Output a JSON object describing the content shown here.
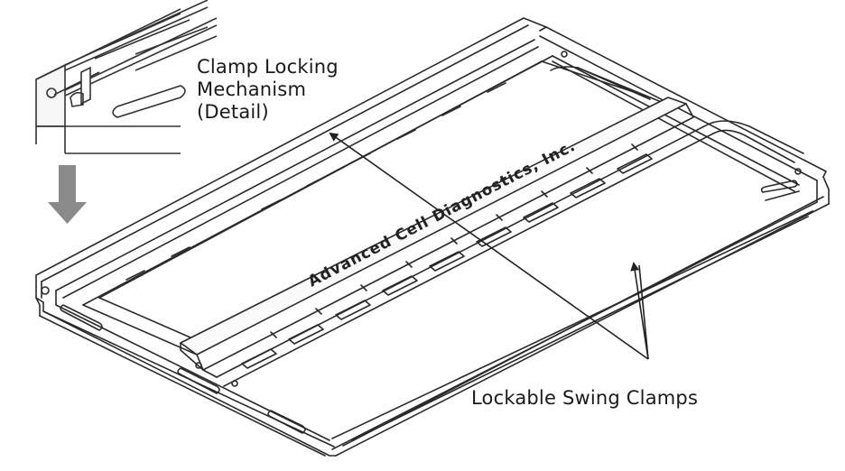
{
  "callouts": {
    "detail_line1": "Clamp Locking",
    "detail_line2": "Mechanism",
    "detail_line3": "(Detail)",
    "clamps": "Lockable Swing Clamps"
  },
  "engraving": "Advanced Cell Diagnostics, Inc.",
  "icons": {
    "down_arrow": "down-arrow-icon"
  },
  "colors": {
    "line": "#2a2a2a",
    "arrow_fill": "#8a8a8a",
    "background": "#ffffff"
  }
}
